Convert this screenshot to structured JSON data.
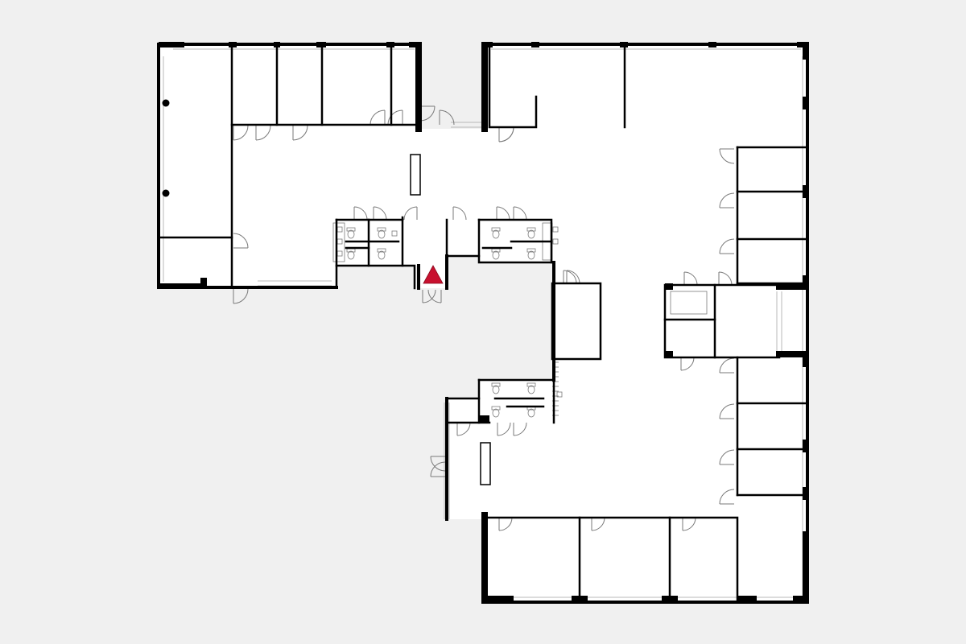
{
  "colors": {
    "background": "#f0f0f0",
    "floor": "#ffffff",
    "wall": "#000000",
    "thin_line": "#7a7a7a",
    "window": "#b8b8b8",
    "marker": "#c8102e"
  },
  "icons": {
    "location_marker": "you-are-here-triangle",
    "door": "door-swing-arc",
    "column": "column-dot",
    "toilet": "toilet-fixture",
    "sink": "sink-fixture",
    "stairs": "stair-steps"
  }
}
